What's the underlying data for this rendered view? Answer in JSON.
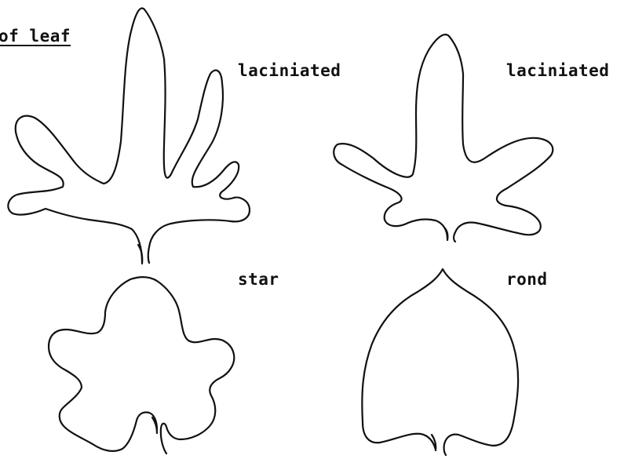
{
  "title": "of leaf",
  "leaves": [
    {
      "id": "leaf-1",
      "label": "laciniated"
    },
    {
      "id": "leaf-2",
      "label": "laciniated"
    },
    {
      "id": "leaf-3",
      "label": "star"
    },
    {
      "id": "leaf-4",
      "label": "rond"
    }
  ],
  "colors": {
    "ink": "#111111",
    "background": "#ffffff"
  }
}
